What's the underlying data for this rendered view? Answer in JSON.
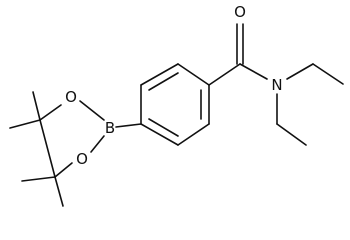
{
  "molecule": {
    "atom_labels": {
      "oxygen_carbonyl": "O",
      "nitrogen": "N",
      "boron": "B",
      "oxygen_ring_upper": "O",
      "oxygen_ring_lower": "O"
    },
    "colors": {
      "bond": "#111111",
      "label": "#111111",
      "background": "#ffffff"
    }
  }
}
